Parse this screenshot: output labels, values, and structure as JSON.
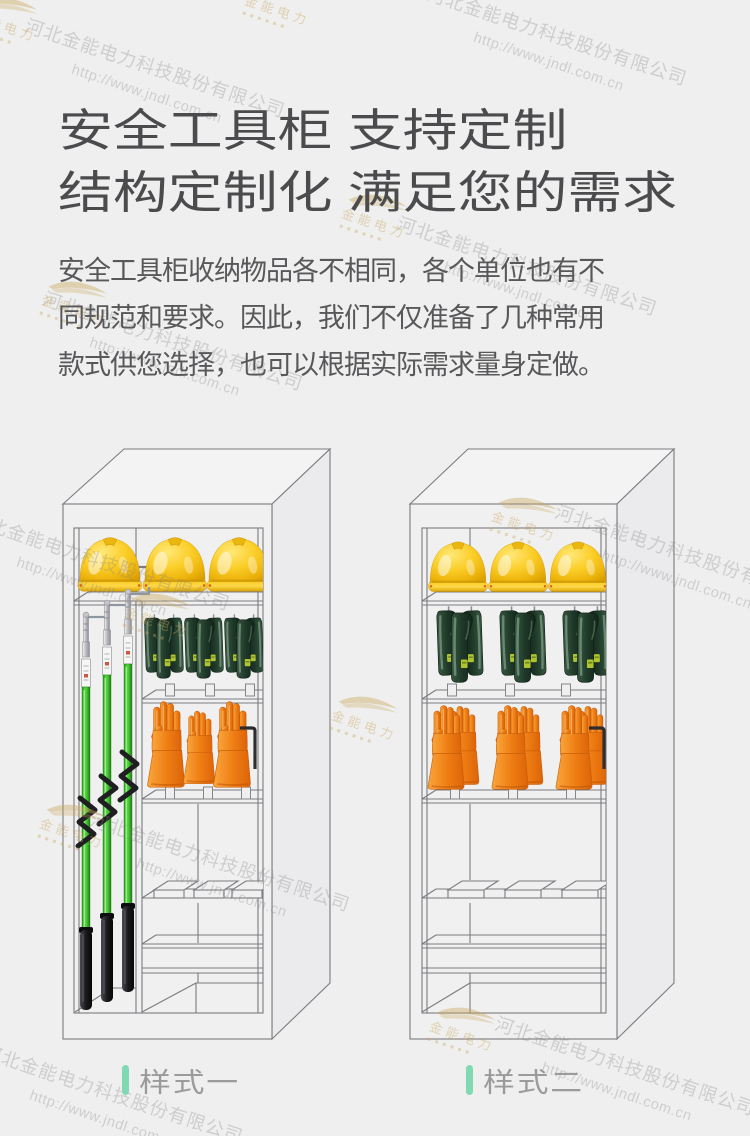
{
  "title": {
    "line1": "安全工具柜 支持定制",
    "line2": "结构定制化 满足您的需求"
  },
  "intro": {
    "text": "安全工具柜收纳物品各不相同，各个单位也有不\n同规范和要求。因此，我们不仅准备了几种常用\n款式供您选择，也可以根据实际需求量身定做。"
  },
  "watermark": {
    "company": "河北金能电力科技股份有限公司",
    "url": "http://www.jndl.com.cn",
    "logo_text": "金能电力"
  },
  "cabinets": [
    {
      "label": "样式一",
      "accent_color": "#7fd9b3",
      "contents": [
        "safety-helmets",
        "insulated-operating-poles",
        "insulating-boots",
        "insulating-gloves"
      ]
    },
    {
      "label": "样式二",
      "accent_color": "#7fd9b3",
      "contents": [
        "safety-helmets",
        "insulating-boots",
        "insulating-gloves"
      ]
    }
  ],
  "colors": {
    "background": "#efeff0",
    "helmet": "#f6c51a",
    "gloves": "#ef7f1a",
    "boots": "#24402c",
    "pole_green": "#3ec82e",
    "cabinet_line": "#7b7b80",
    "title_text": "#4b4b4d",
    "body_text": "#58585a",
    "label_text": "#9b9b9b"
  }
}
